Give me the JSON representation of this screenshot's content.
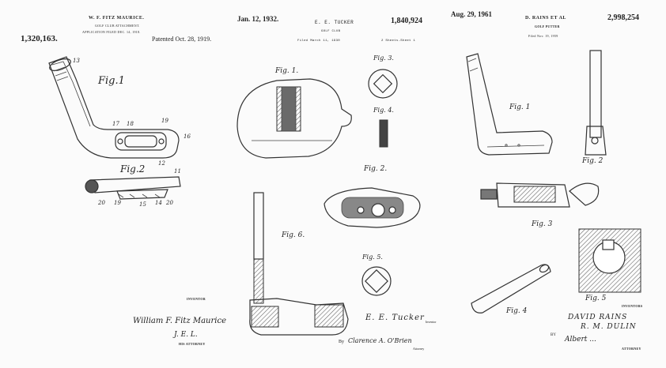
{
  "sheet1": {
    "inventor_header": "W. F. FITZ MAURICE.",
    "subtitle": "GOLF CLUB ATTACHMENT.",
    "application_line": "APPLICATION FILED DEC. 14, 1918.",
    "patent_number": "1,320,163.",
    "patented_date": "Patented Oct. 28, 1919.",
    "fig1_label": "Fig.1",
    "fig2_label": "Fig.2",
    "inventor_label": "INVENTOR",
    "inventor_signature": "William F. Fitz Maurice",
    "attorney_signature": "J. E. L.",
    "attorney_label": "HIS ATTORNEY",
    "callouts": [
      "13",
      "17",
      "18",
      "19",
      "16",
      "12",
      "11",
      "20",
      "19",
      "15",
      "14",
      "20"
    ]
  },
  "sheet2": {
    "date": "Jan. 12, 1932.",
    "inventor_header": "E. E. TUCKER",
    "patent_number": "1,840,924",
    "subtitle": "GOLF CLUB",
    "filed_line": "Filed March 11, 1930",
    "sheets_line": "2 Sheets-Sheet 1",
    "fig1_label": "Fig. 1.",
    "fig2_label": "Fig. 2.",
    "fig3_label": "Fig. 3.",
    "fig4_label": "Fig. 4.",
    "fig5_label": "Fig. 5.",
    "fig6_label": "Fig. 6.",
    "inventor_signature": "E. E. Tucker",
    "inventor_label": "Inventor",
    "by_label": "By",
    "attorney_signature": "Clarence A. O'Brien",
    "attorney_label": "Attorney"
  },
  "sheet3": {
    "date": "Aug. 29, 1961",
    "inventor_header": "D. RAINS ET AL",
    "patent_number": "2,998,254",
    "subtitle": "GOLF PUTTER",
    "filed_line": "Filed Nov. 19, 1959",
    "fig1_label": "Fig. 1",
    "fig2_label": "Fig. 2",
    "fig3_label": "Fig. 3",
    "fig4_label": "Fig. 4",
    "fig5_label": "Fig. 5",
    "inventors_label": "INVENTORS",
    "inventor_name_1": "DAVID RAINS",
    "inventor_name_2": "R. M. DULIN",
    "by_label": "BY",
    "attorney_signature": "Albert ...",
    "attorney_label": "ATTORNEY"
  }
}
